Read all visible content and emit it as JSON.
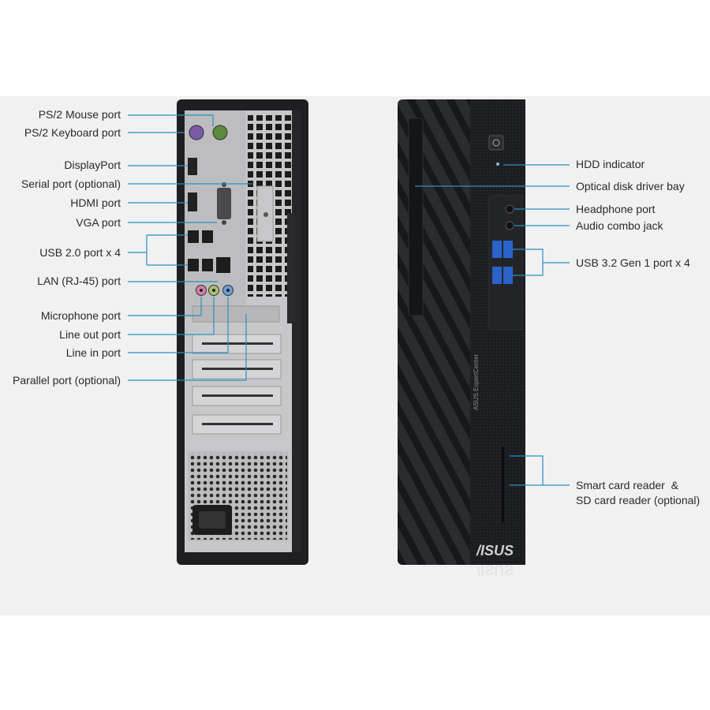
{
  "left_labels": [
    {
      "id": "ps2-mouse",
      "text": "PS/2 Mouse port"
    },
    {
      "id": "ps2-keyboard",
      "text": "PS/2 Keyboard port"
    },
    {
      "id": "displayport",
      "text": "DisplayPort"
    },
    {
      "id": "serial",
      "text": "Serial port (optional)"
    },
    {
      "id": "hdmi",
      "text": "HDMI port"
    },
    {
      "id": "vga",
      "text": "VGA port"
    },
    {
      "id": "usb2",
      "text": "USB 2.0 port x 4"
    },
    {
      "id": "lan",
      "text": "LAN (RJ-45) port"
    },
    {
      "id": "microphone",
      "text": "Microphone port"
    },
    {
      "id": "line-out",
      "text": "Line out port"
    },
    {
      "id": "line-in",
      "text": "Line in port"
    },
    {
      "id": "parallel",
      "text": "Parallel port (optional)"
    }
  ],
  "right_labels": [
    {
      "id": "hdd",
      "text": "HDD indicator"
    },
    {
      "id": "optical",
      "text": "Optical disk driver bay"
    },
    {
      "id": "headphone",
      "text": "Headphone port"
    },
    {
      "id": "audio-combo",
      "text": "Audio combo jack"
    },
    {
      "id": "usb32",
      "text": "USB 3.2 Gen 1 port x 4"
    },
    {
      "id": "card-reader-1",
      "text": "Smart card reader  &"
    },
    {
      "id": "card-reader-2",
      "text": "SD card reader (optional)"
    }
  ],
  "branding": {
    "logo": "/ISUS",
    "model": "ASUS ExpertCenter"
  },
  "colors": {
    "leader_line": "#2b8fc0",
    "chassis": "#1c1c1e",
    "metal": "#c9c9cb",
    "ps2_mouse": "#5a8a3a",
    "ps2_keyboard": "#7b5aa6",
    "usb3_blue": "#2a63c9",
    "audio_pink": "#d27fa3",
    "audio_green": "#a9c46b",
    "audio_blue": "#6f9ed6"
  }
}
